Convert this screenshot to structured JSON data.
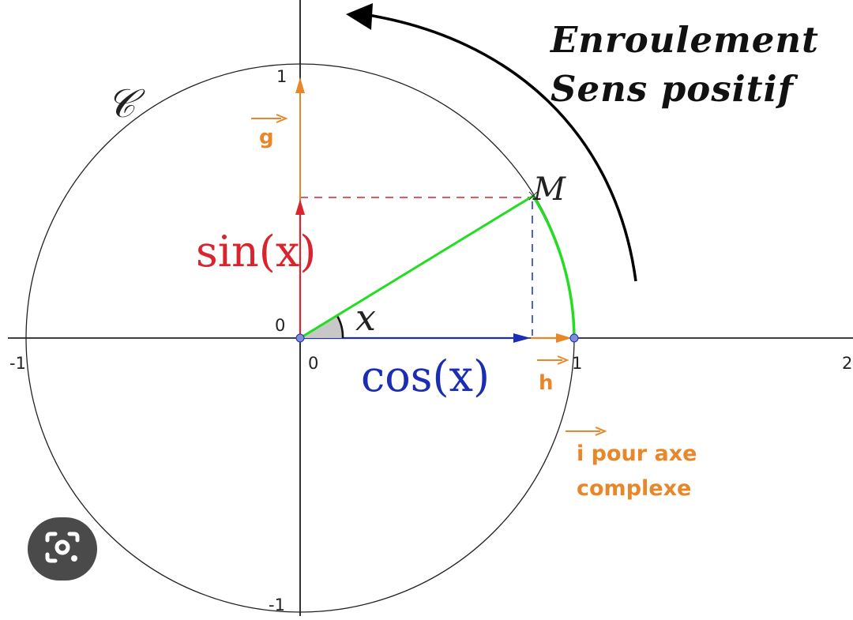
{
  "diagram": {
    "axis_ticks": {
      "x_minus_one": "-1",
      "x_zero": "0",
      "x_one": "1",
      "x_two": "2",
      "y_one": "1",
      "y_zero": "0",
      "y_minus_one": "-1"
    },
    "circle_label": "𝒞",
    "point_label": "M",
    "angle_label": "x",
    "sin_label": "sin(x)",
    "cos_label": "cos(x)",
    "vector_g": "g",
    "vector_h": "h",
    "vector_i_line1": "i pour axe",
    "vector_i_line2": "complexe",
    "title_line1": "Enroulement",
    "title_line2": "Sens positif",
    "colors": {
      "sin": "#d9232d",
      "cos": "#1c2db4",
      "arc": "#22dd22",
      "orange": "#e8872a",
      "axis": "#000000"
    }
  },
  "lens_icon": "camera-lens-icon"
}
